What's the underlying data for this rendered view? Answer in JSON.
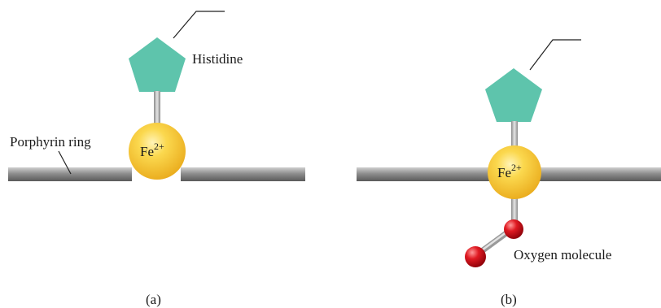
{
  "labels": {
    "histidine": "Histidine",
    "porphyrin_ring": "Porphyrin ring",
    "oxygen_molecule": "Oxygen molecule",
    "iron_ion": "Fe",
    "iron_charge": "2+",
    "panel_a": "(a)",
    "panel_b": "(b)"
  },
  "colors": {
    "histidine": "#5ec4ac",
    "iron_ion": "#f7c93a",
    "oxygen_atom": "#d8141c",
    "porphyrin_ring": "#8e8e8e",
    "bond": "#a8a8a8"
  }
}
